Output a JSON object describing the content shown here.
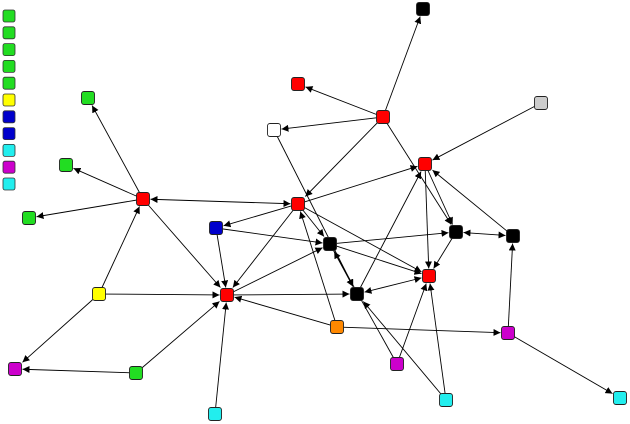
{
  "colors": {
    "red": "#ff0000",
    "black": "#000000",
    "green": "#22dd22",
    "yellow": "#ffff00",
    "blue": "#0000cc",
    "cyan": "#22eeee",
    "magenta": "#cc00cc",
    "orange": "#ff8800",
    "white": "#ffffff",
    "gray": "#cccccc",
    "edge": "#000000"
  },
  "legend": {
    "swatches": [
      "green",
      "green",
      "green",
      "green",
      "green",
      "yellow",
      "blue",
      "blue",
      "cyan",
      "magenta",
      "cyan"
    ]
  },
  "nodes": [
    {
      "id": "n01",
      "color": "black"
    },
    {
      "id": "n02",
      "color": "red"
    },
    {
      "id": "n03",
      "color": "green"
    },
    {
      "id": "n04",
      "color": "red"
    },
    {
      "id": "n05",
      "color": "gray"
    },
    {
      "id": "n06",
      "color": "white"
    },
    {
      "id": "n07",
      "color": "green"
    },
    {
      "id": "n08",
      "color": "red"
    },
    {
      "id": "n09",
      "color": "red"
    },
    {
      "id": "n10",
      "color": "green"
    },
    {
      "id": "n11",
      "color": "red"
    },
    {
      "id": "n12",
      "color": "blue"
    },
    {
      "id": "n13",
      "color": "black"
    },
    {
      "id": "n14",
      "color": "black"
    },
    {
      "id": "n15",
      "color": "black"
    },
    {
      "id": "n16",
      "color": "red"
    },
    {
      "id": "n17",
      "color": "yellow"
    },
    {
      "id": "n18",
      "color": "red"
    },
    {
      "id": "n19",
      "color": "black"
    },
    {
      "id": "n20",
      "color": "orange"
    },
    {
      "id": "n21",
      "color": "magenta"
    },
    {
      "id": "n22",
      "color": "magenta"
    },
    {
      "id": "n23",
      "color": "green"
    },
    {
      "id": "n24",
      "color": "magenta"
    },
    {
      "id": "n25",
      "color": "cyan"
    },
    {
      "id": "n26",
      "color": "cyan"
    },
    {
      "id": "n27",
      "color": "cyan"
    }
  ],
  "edges": [
    {
      "from": "n04",
      "to": "n01",
      "type": "single"
    },
    {
      "from": "n04",
      "to": "n02",
      "type": "single"
    },
    {
      "from": "n04",
      "to": "n06",
      "type": "single"
    },
    {
      "from": "n04",
      "to": "n14",
      "type": "single"
    },
    {
      "from": "n04",
      "to": "n11",
      "type": "single"
    },
    {
      "from": "n05",
      "to": "n09",
      "type": "single"
    },
    {
      "from": "n09",
      "to": "n14",
      "type": "single"
    },
    {
      "from": "n09",
      "to": "n16",
      "type": "single"
    },
    {
      "from": "n11",
      "to": "n09",
      "type": "single"
    },
    {
      "from": "n11",
      "to": "n12",
      "type": "single"
    },
    {
      "from": "n11",
      "to": "n18",
      "type": "single"
    },
    {
      "from": "n11",
      "to": "n16",
      "type": "single"
    },
    {
      "from": "n11",
      "to": "n13",
      "type": "single"
    },
    {
      "from": "n08",
      "to": "n11",
      "type": "double"
    },
    {
      "from": "n08",
      "to": "n03",
      "type": "single"
    },
    {
      "from": "n08",
      "to": "n07",
      "type": "single"
    },
    {
      "from": "n08",
      "to": "n10",
      "type": "single"
    },
    {
      "from": "n08",
      "to": "n18",
      "type": "single"
    },
    {
      "from": "n12",
      "to": "n18",
      "type": "single"
    },
    {
      "from": "n12",
      "to": "n13",
      "type": "single"
    },
    {
      "from": "n13",
      "to": "n14",
      "type": "single"
    },
    {
      "from": "n13",
      "to": "n19",
      "type": "single"
    },
    {
      "from": "n13",
      "to": "n16",
      "type": "single"
    },
    {
      "from": "n14",
      "to": "n15",
      "type": "double"
    },
    {
      "from": "n15",
      "to": "n09",
      "type": "single"
    },
    {
      "from": "n14",
      "to": "n16",
      "type": "single"
    },
    {
      "from": "n16",
      "to": "n19",
      "type": "double"
    },
    {
      "from": "n18",
      "to": "n13",
      "type": "single"
    },
    {
      "from": "n18",
      "to": "n19",
      "type": "single"
    },
    {
      "from": "n17",
      "to": "n08",
      "type": "single"
    },
    {
      "from": "n17",
      "to": "n18",
      "type": "single"
    },
    {
      "from": "n17",
      "to": "n21",
      "type": "single"
    },
    {
      "from": "n23",
      "to": "n18",
      "type": "single"
    },
    {
      "from": "n23",
      "to": "n21",
      "type": "single"
    },
    {
      "from": "n25",
      "to": "n18",
      "type": "single"
    },
    {
      "from": "n20",
      "to": "n18",
      "type": "single"
    },
    {
      "from": "n20",
      "to": "n22",
      "type": "single"
    },
    {
      "from": "n20",
      "to": "n11",
      "type": "single"
    },
    {
      "from": "n22",
      "to": "n27",
      "type": "single"
    },
    {
      "from": "n22",
      "to": "n15",
      "type": "single"
    },
    {
      "from": "n24",
      "to": "n16",
      "type": "single"
    },
    {
      "from": "n24",
      "to": "n13",
      "type": "single"
    },
    {
      "from": "n26",
      "to": "n16",
      "type": "single"
    },
    {
      "from": "n26",
      "to": "n19",
      "type": "single"
    },
    {
      "from": "n06",
      "to": "n19",
      "type": "single"
    },
    {
      "from": "n19",
      "to": "n09",
      "type": "single"
    }
  ]
}
